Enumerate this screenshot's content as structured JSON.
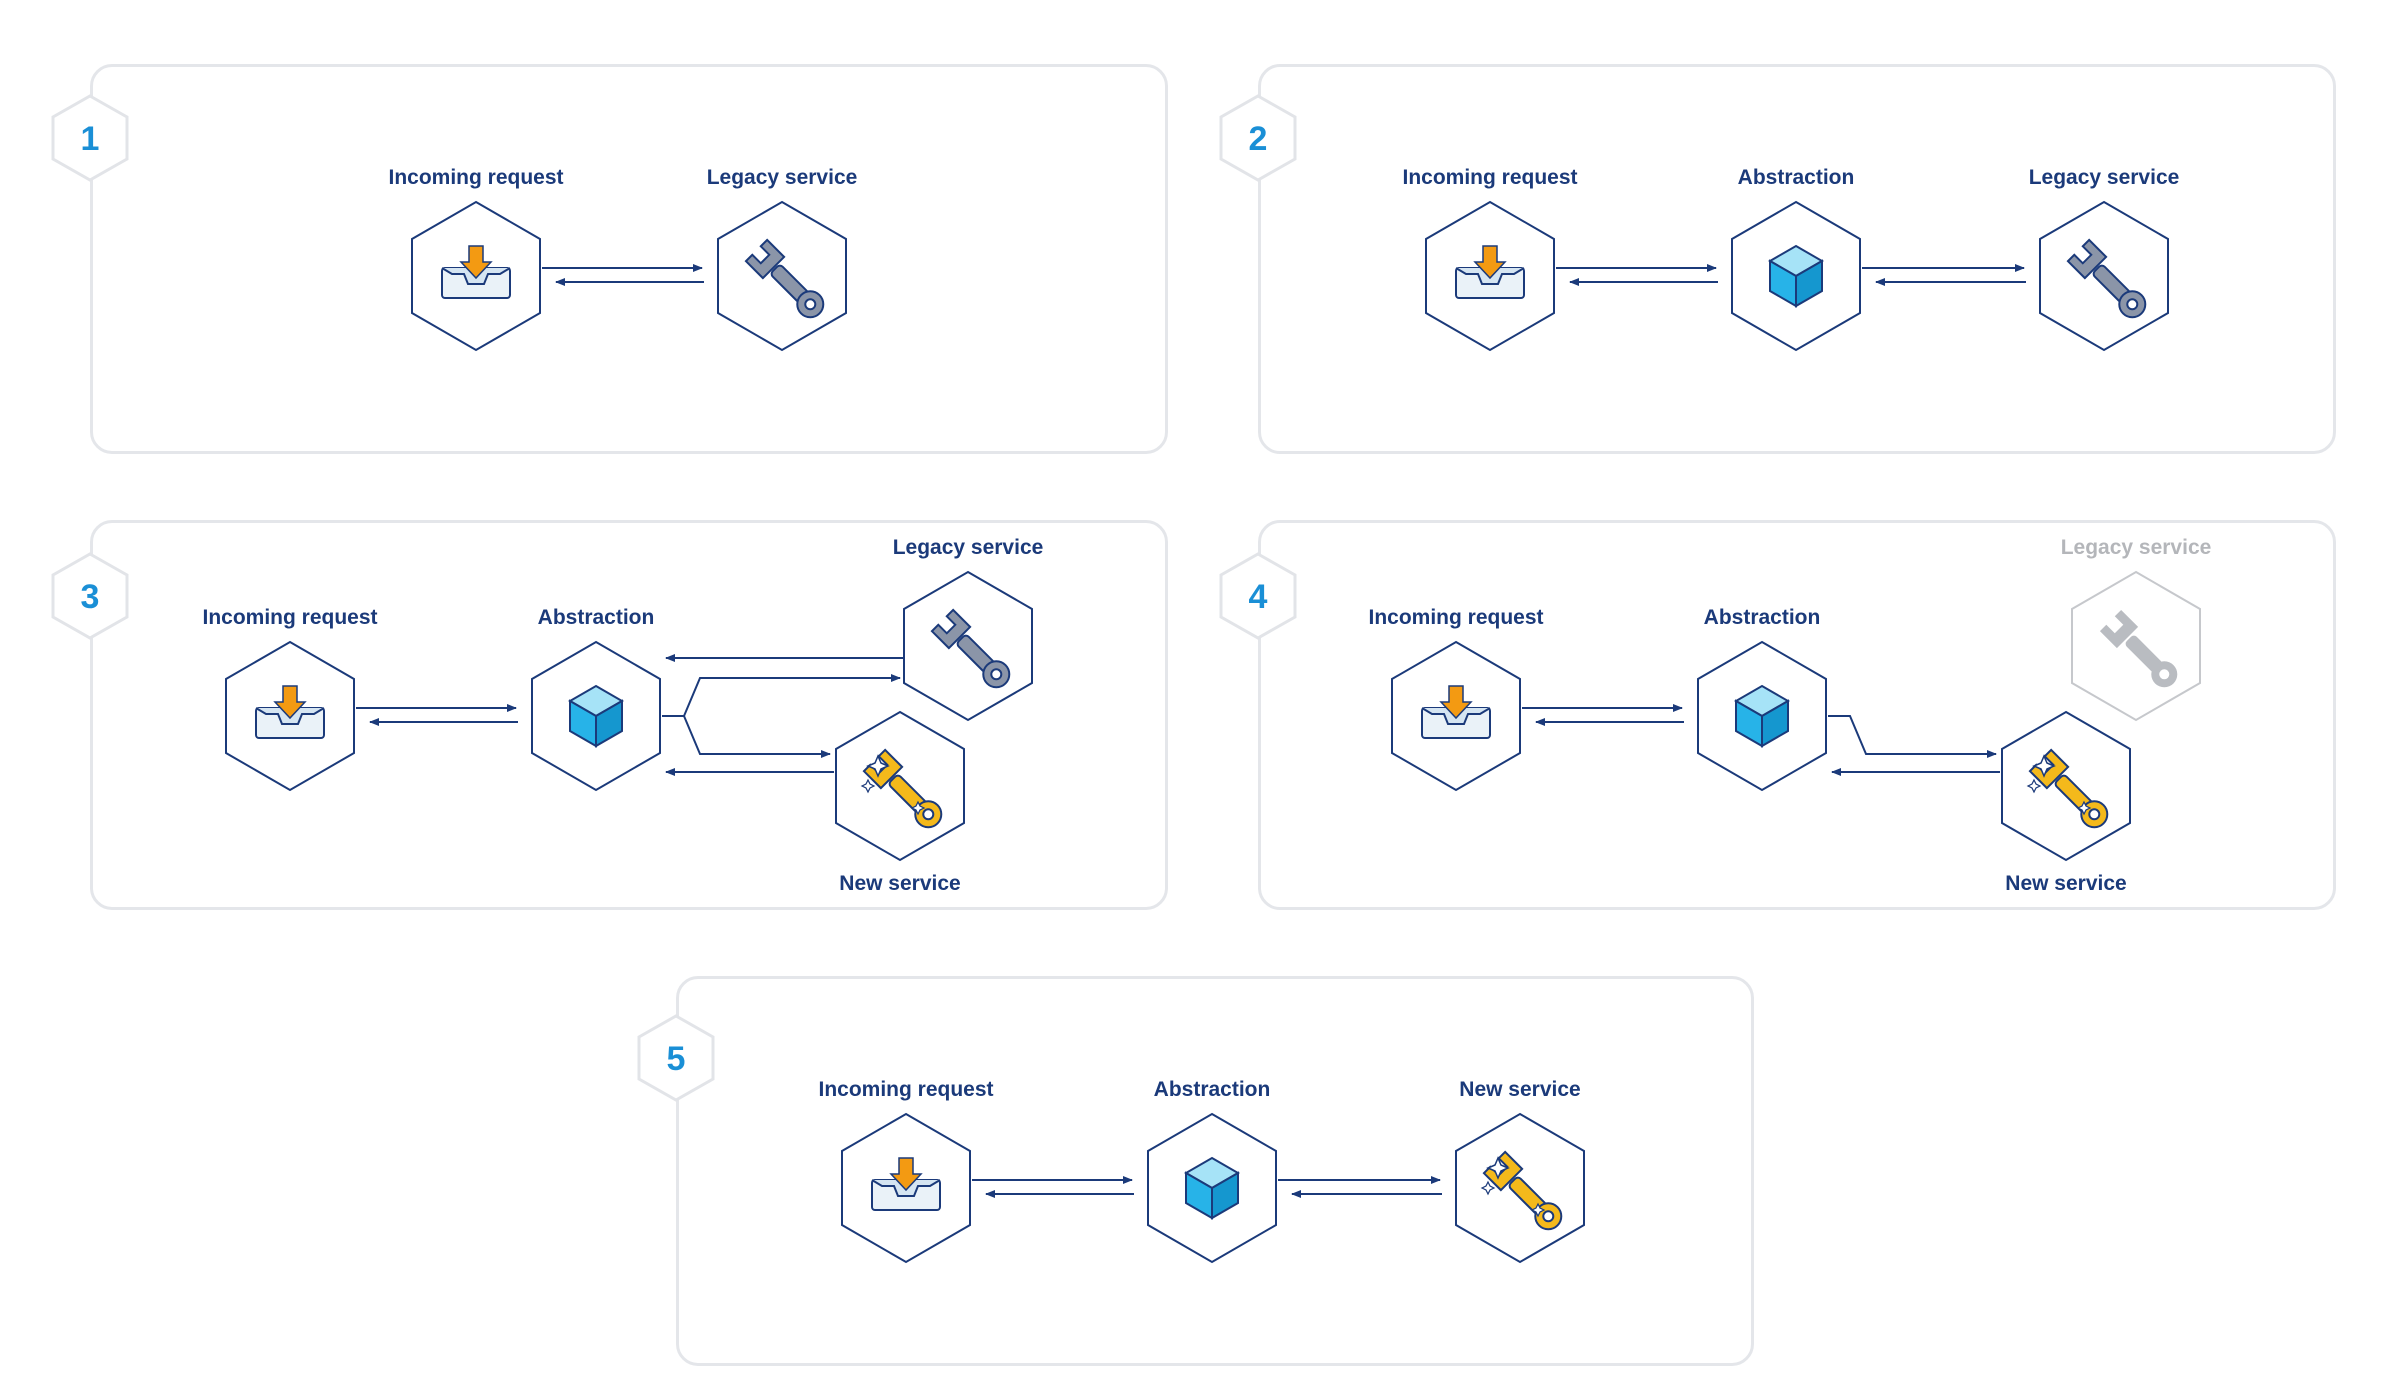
{
  "colors": {
    "navy": "#1b3a7a",
    "step_blue": "#1a8fd6",
    "arrow_orange": "#f39a12",
    "cube_blue": "#27b3e8",
    "wrench_gray": "#8b95a8",
    "wrench_gold": "#f4b91b",
    "dim_gray": "#b4b6ba",
    "panel_border": "#e4e6ea"
  },
  "icons": {
    "request": "inbox-tray-icon",
    "abstraction": "cube-icon",
    "legacy": "wrench-icon",
    "new": "sparkle-wrench-icon"
  },
  "labels": {
    "incoming_request": "Incoming request",
    "abstraction": "Abstraction",
    "legacy_service": "Legacy service",
    "new_service": "New service"
  },
  "steps": [
    {
      "number": "1",
      "label": "1"
    },
    {
      "number": "2",
      "label": "2"
    },
    {
      "number": "3",
      "label": "3"
    },
    {
      "number": "4",
      "label": "4",
      "legacy_state": "deprecated"
    },
    {
      "number": "5",
      "label": "5"
    }
  ]
}
